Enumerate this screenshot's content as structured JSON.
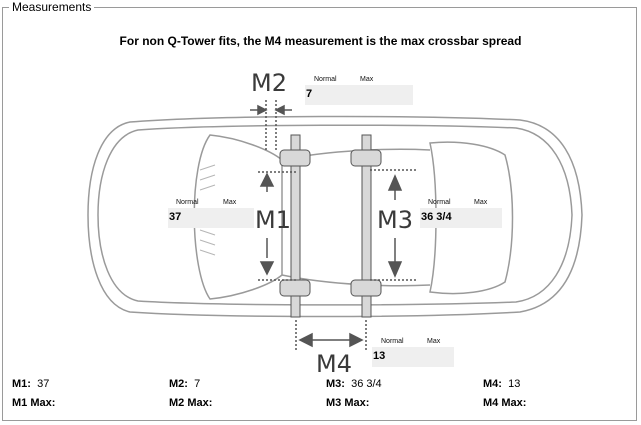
{
  "legend": "Measurements",
  "note": "For non Q-Tower fits, the M4 measurement is the max crossbar spread",
  "diagram": {
    "m1": {
      "label": "M1",
      "normal_text": "Normal",
      "max_text": "Max",
      "value": "37"
    },
    "m2": {
      "label": "M2",
      "normal_text": "Normal",
      "max_text": "Max",
      "value": "7"
    },
    "m3": {
      "label": "M3",
      "normal_text": "Normal",
      "max_text": "Max",
      "value": "36 3/4"
    },
    "m4": {
      "label": "M4",
      "normal_text": "Normal",
      "max_text": "Max",
      "value": "13"
    }
  },
  "summary": [
    {
      "label": "M1:",
      "value": "37",
      "max_label": "M1 Max:",
      "max_value": ""
    },
    {
      "label": "M2:",
      "value": "7",
      "max_label": "M2 Max:",
      "max_value": ""
    },
    {
      "label": "M3:",
      "value": "36 3/4",
      "max_label": "M3 Max:",
      "max_value": ""
    },
    {
      "label": "M4:",
      "value": "13",
      "max_label": "M4 Max:",
      "max_value": ""
    }
  ]
}
